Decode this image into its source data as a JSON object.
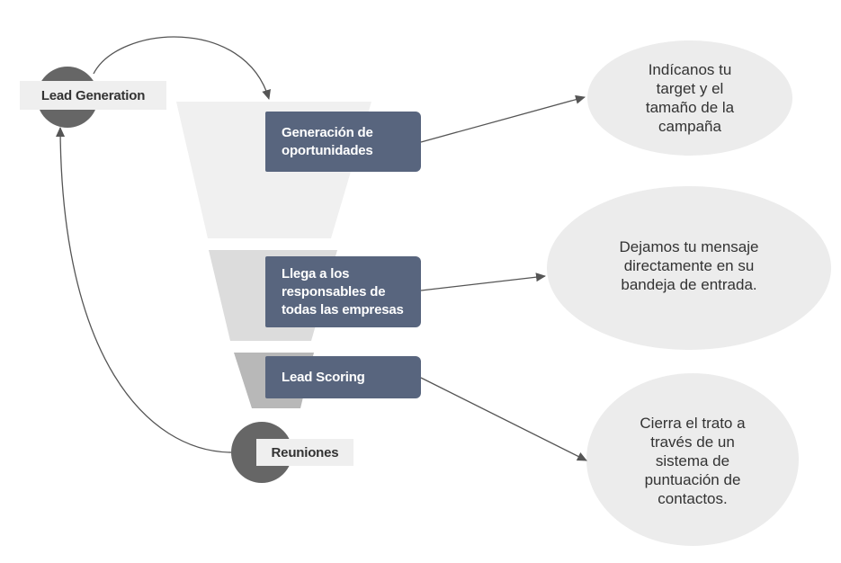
{
  "loop_nodes": {
    "top_label": "Lead Generation",
    "bottom_label": "Reuniones"
  },
  "stages": [
    {
      "lines": [
        "Generación de",
        "oportunidades"
      ]
    },
    {
      "lines": [
        "Llega a los",
        "responsables de",
        "todas las empresas"
      ]
    },
    {
      "lines": [
        "Lead Scoring"
      ]
    }
  ],
  "outcomes": [
    {
      "lines": [
        "Indícanos tu",
        "target y el",
        "tamaño de la",
        "campaña"
      ]
    },
    {
      "lines": [
        "Dejamos tu mensaje",
        "directamente en su",
        "bandeja de entrada."
      ]
    },
    {
      "lines": [
        "Cierra el trato a",
        "través de un",
        "sistema de",
        "puntuación de",
        "contactos."
      ]
    }
  ],
  "colors": {
    "stage_box": "#58657e",
    "funnel_top": "#f0f0f0",
    "funnel_mid": "#dcdcdc",
    "funnel_bottom": "#b8b8b8",
    "circle": "#666666",
    "bubble": "#ececec",
    "arrow": "#555555",
    "tag_bg": "#efefef"
  }
}
